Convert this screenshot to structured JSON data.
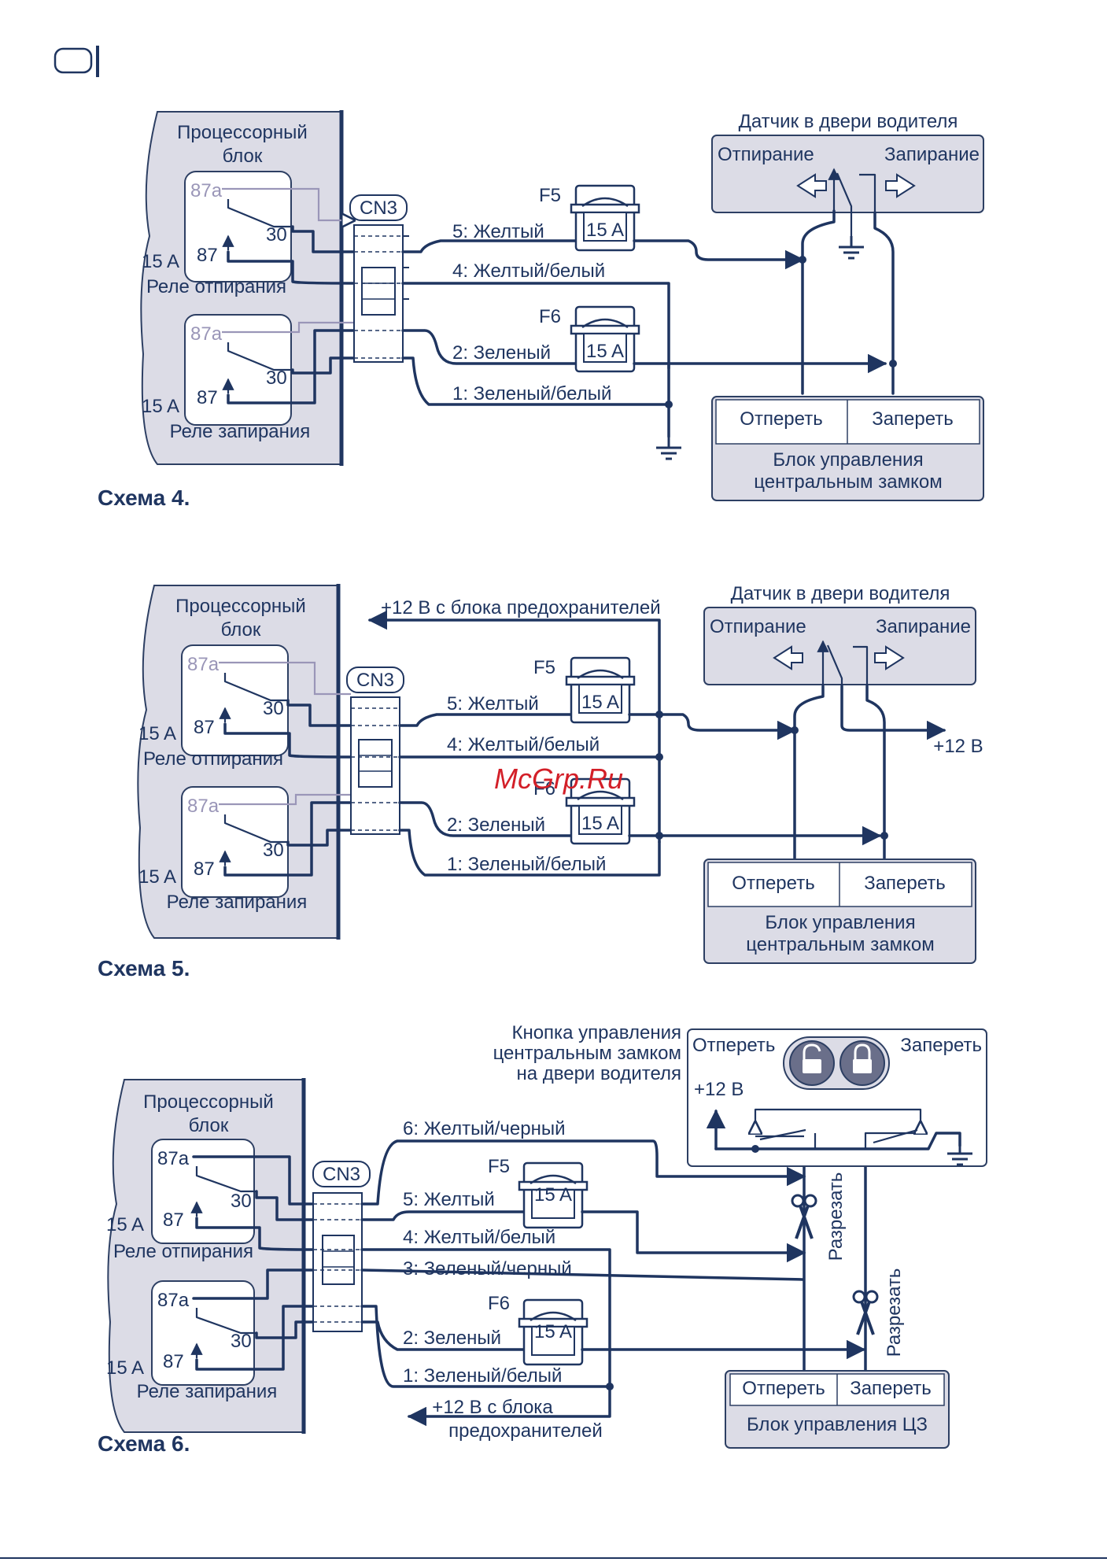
{
  "header": {
    "badge_label": ""
  },
  "common": {
    "processor_block": "Процессорный",
    "processor_block_2": "блок",
    "cn3": "CN3",
    "pin_87a": "87a",
    "pin_87": "87",
    "pin_30": "30",
    "fuse_15a": "15 A",
    "relay_unlock": "Реле отпирания",
    "relay_lock": "Реле запирания",
    "fuse_f5": "F5",
    "fuse_f6": "F6",
    "fuse_rating": "15 A",
    "btn_unlock": "Отпереть",
    "btn_lock": "Запереть"
  },
  "scheme4": {
    "title": "Схема 4.",
    "sensor_title": "Датчик в двери водителя",
    "sensor_unlock": "Отпирание",
    "sensor_lock": "Запирание",
    "wire5": "5: Желтый",
    "wire4": "4: Желтый/белый",
    "wire2": "2: Зеленый",
    "wire1": "1: Зеленый/белый",
    "cl_block_1": "Блок управления",
    "cl_block_2": "центральным замком"
  },
  "scheme5": {
    "title": "Схема 5.",
    "sensor_title": "Датчик в двери водителя",
    "sensor_unlock": "Отпирание",
    "sensor_lock": "Запирание",
    "supply": "+12 В с блока предохранителей",
    "plus12": "+12 В",
    "wire5": "5: Желтый",
    "wire4": "4: Желтый/белый",
    "wire2": "2: Зеленый",
    "wire1": "1: Зеленый/белый",
    "watermark": "McGrp.Ru",
    "f6_partial": "F6",
    "cl_block_1": "Блок управления",
    "cl_block_2": "центральным замком"
  },
  "scheme6": {
    "title": "Схема 6.",
    "button_label_1": "Кнопка управления",
    "button_label_2": "центральным замком",
    "button_label_3": "на двери водителя",
    "plus12": "+12 В",
    "wire6": "6: Желтый/черный",
    "wire5": "5: Желтый",
    "wire4": "4: Желтый/белый",
    "wire3": "3: Зеленый/черный",
    "wire2": "2: Зеленый",
    "wire1": "1: Зеленый/белый",
    "supply_1": "+12 В с блока",
    "supply_2": "предохранителей",
    "cut": "Разрезать",
    "cl_block": "Блок управления ЦЗ"
  },
  "colors": {
    "wire": "#1f3560",
    "block_fill": "#dcdce6",
    "grey_wire": "#9a96b8",
    "watermark": "#d31f28"
  },
  "icons": [
    "ground-icon",
    "scissors-icon",
    "lock-open-icon",
    "lock-closed-icon",
    "arrow-left-icon",
    "arrow-right-icon"
  ]
}
